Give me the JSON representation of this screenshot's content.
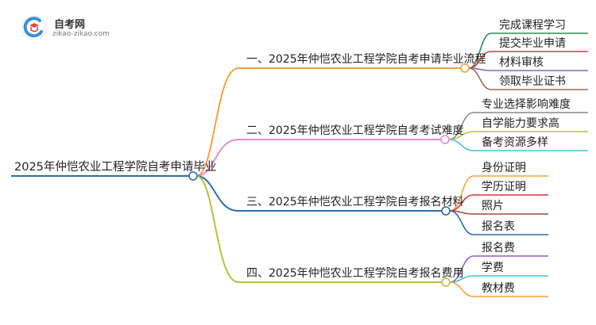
{
  "logo": {
    "title": "自考网",
    "subtitle": "zikao-zikao.com"
  },
  "root": {
    "label": "2025年仲恺农业工程学院自考申请毕业"
  },
  "branches": [
    {
      "label": "一、2025年仲恺农业工程学院自考申请毕业流程",
      "color": "#f5a23c",
      "children": [
        {
          "label": "完成课程学习",
          "color": "#2e8b57"
        },
        {
          "label": "提交毕业申请",
          "color": "#d6373a"
        },
        {
          "label": "材料审核",
          "color": "#8a62c4"
        },
        {
          "label": "领取毕业证书",
          "color": "#9b6b52"
        }
      ]
    },
    {
      "label": "二、2025年仲恺农业工程学院自考考试难度",
      "color": "#e58ad6",
      "children": [
        {
          "label": "专业选择影响难度",
          "color": "#888888"
        },
        {
          "label": "自学能力要求高",
          "color": "#b8c23a"
        },
        {
          "label": "备考资源多样",
          "color": "#3ec3d6"
        }
      ]
    },
    {
      "label": "三、2025年仲恺农业工程学院自考报名材料",
      "color": "#2b6fa8",
      "children": [
        {
          "label": "身份证明",
          "color": "#f5a23c"
        },
        {
          "label": "学历证明",
          "color": "#d6373a"
        },
        {
          "label": "照片",
          "color": "#a04a3a"
        },
        {
          "label": "报名表",
          "color": "#2b6fa8"
        }
      ]
    },
    {
      "label": "四、2025年仲恺农业工程学院自考报名费用",
      "color": "#b8c23a",
      "children": [
        {
          "label": "报名费",
          "color": "#8a62c4"
        },
        {
          "label": "学费",
          "color": "#3ec3d6"
        },
        {
          "label": "教材费",
          "color": "#f5a23c"
        }
      ]
    }
  ]
}
